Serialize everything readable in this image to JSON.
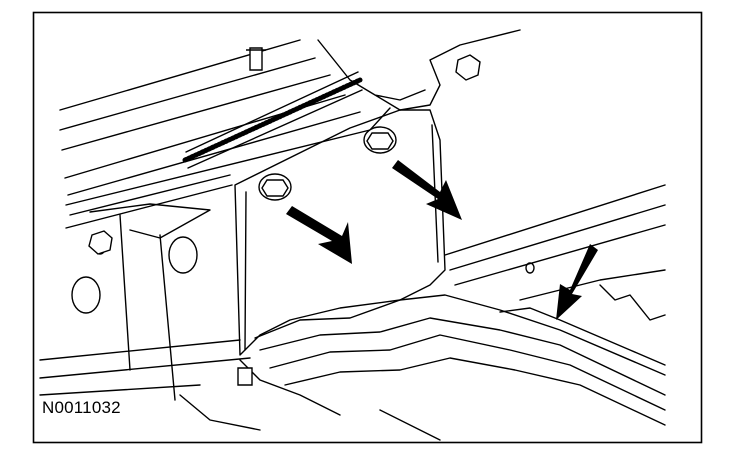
{
  "figure": {
    "id_label": "N0011032"
  },
  "colors": {
    "ink": "#000000",
    "paper": "#ffffff"
  },
  "callouts": {
    "arrow_count": 3,
    "fastener_count": 2
  }
}
